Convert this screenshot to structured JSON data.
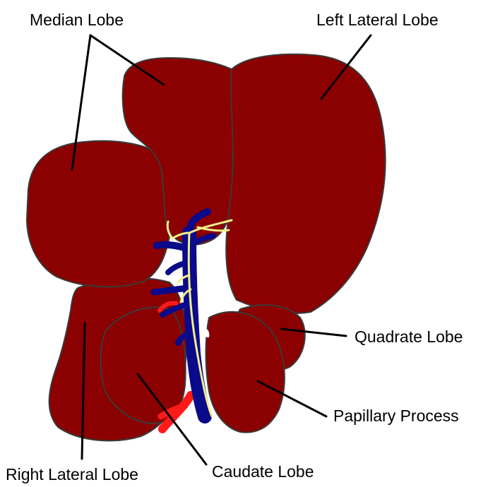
{
  "labels": {
    "median_lobe": "Median Lobe",
    "left_lateral_lobe": "Left Lateral Lobe",
    "quadrate_lobe": "Quadrate Lobe",
    "papillary_process": "Papillary Process",
    "right_lateral_lobe": "Right Lateral Lobe",
    "caudate_lobe": "Caudate Lobe"
  },
  "colors": {
    "liver_tissue": "#8b0000",
    "vein": "#0a0a8a",
    "artery": "#ff1a1a",
    "bile_duct": "#f2ee8a",
    "outline": "#3a3a3a"
  }
}
